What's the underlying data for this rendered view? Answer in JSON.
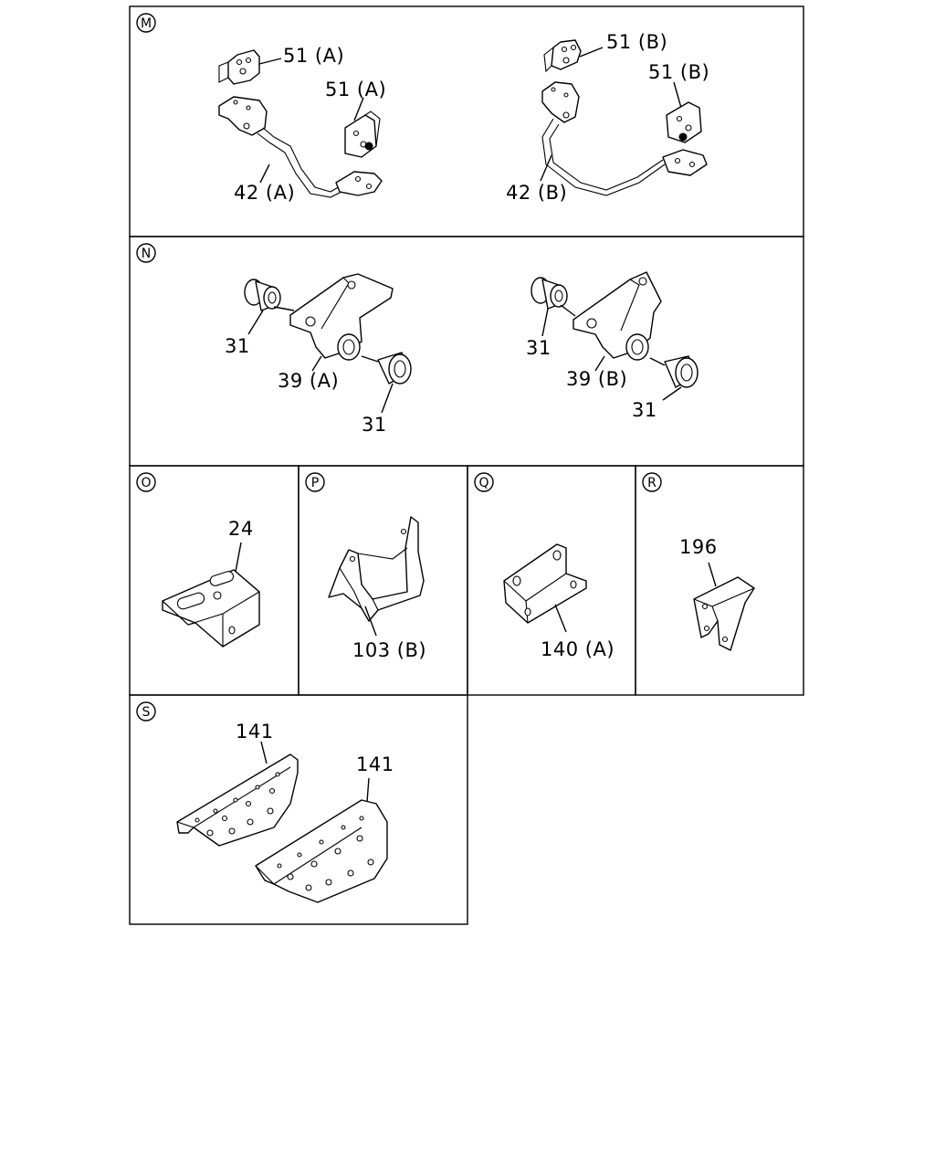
{
  "sections": [
    {
      "id": "M",
      "labels": [
        "51 (A)",
        "51 (A)",
        "42 (A)",
        "51 (B)",
        "51 (B)",
        "42 (B)"
      ]
    },
    {
      "id": "N",
      "labels": [
        "31",
        "39 (A)",
        "31",
        "31",
        "39 (B)",
        "31"
      ]
    },
    {
      "id": "O",
      "labels": [
        "24"
      ]
    },
    {
      "id": "P",
      "labels": [
        "103 (B)"
      ]
    },
    {
      "id": "Q",
      "labels": [
        "140 (A)"
      ]
    },
    {
      "id": "R",
      "labels": [
        "196"
      ]
    },
    {
      "id": "S",
      "labels": [
        "141",
        "141"
      ]
    }
  ]
}
